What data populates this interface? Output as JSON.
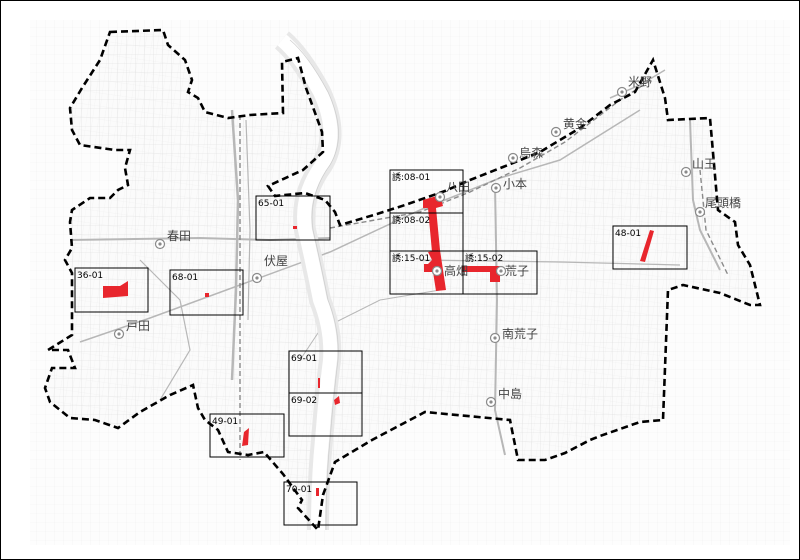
{
  "colors": {
    "boundary": "#000000",
    "roads": "#d2d2d2",
    "major_roads": "#bdbdbd",
    "river": "#ffffff",
    "hazard_area": "#e8262d",
    "station": "#8a8a8a"
  },
  "map": {
    "stations": [
      {
        "id": "yoneno",
        "label": "米野"
      },
      {
        "id": "koganei",
        "label": "黄金"
      },
      {
        "id": "karasumori",
        "label": "烏森"
      },
      {
        "id": "komoto",
        "label": "小本"
      },
      {
        "id": "hatta",
        "label": "八田"
      },
      {
        "id": "takabata",
        "label": "高畑"
      },
      {
        "id": "arako",
        "label": "荒子"
      },
      {
        "id": "minami-arako",
        "label": "南荒子"
      },
      {
        "id": "nakajima",
        "label": "中島"
      },
      {
        "id": "sanno",
        "label": "山王"
      },
      {
        "id": "obatabashi",
        "label": "尾頭橋"
      },
      {
        "id": "haruta",
        "label": "春田"
      },
      {
        "id": "fushiya",
        "label": "伏屋"
      },
      {
        "id": "toda",
        "label": "戸田"
      }
    ],
    "zones": [
      {
        "id": "36-01",
        "label": "36-01"
      },
      {
        "id": "68-01",
        "label": "68-01"
      },
      {
        "id": "65-01",
        "label": "65-01"
      },
      {
        "id": "yu-08-01",
        "label": "誘:08-01"
      },
      {
        "id": "yu-08-02",
        "label": "誘:08-02"
      },
      {
        "id": "yu-15-01",
        "label": "誘:15-01"
      },
      {
        "id": "yu-15-02",
        "label": "誘:15-02"
      },
      {
        "id": "48-01",
        "label": "48-01"
      },
      {
        "id": "69-01",
        "label": "69-01"
      },
      {
        "id": "69-02",
        "label": "69-02"
      },
      {
        "id": "49-01",
        "label": "49-01"
      },
      {
        "id": "70-01",
        "label": "70-01"
      }
    ]
  }
}
